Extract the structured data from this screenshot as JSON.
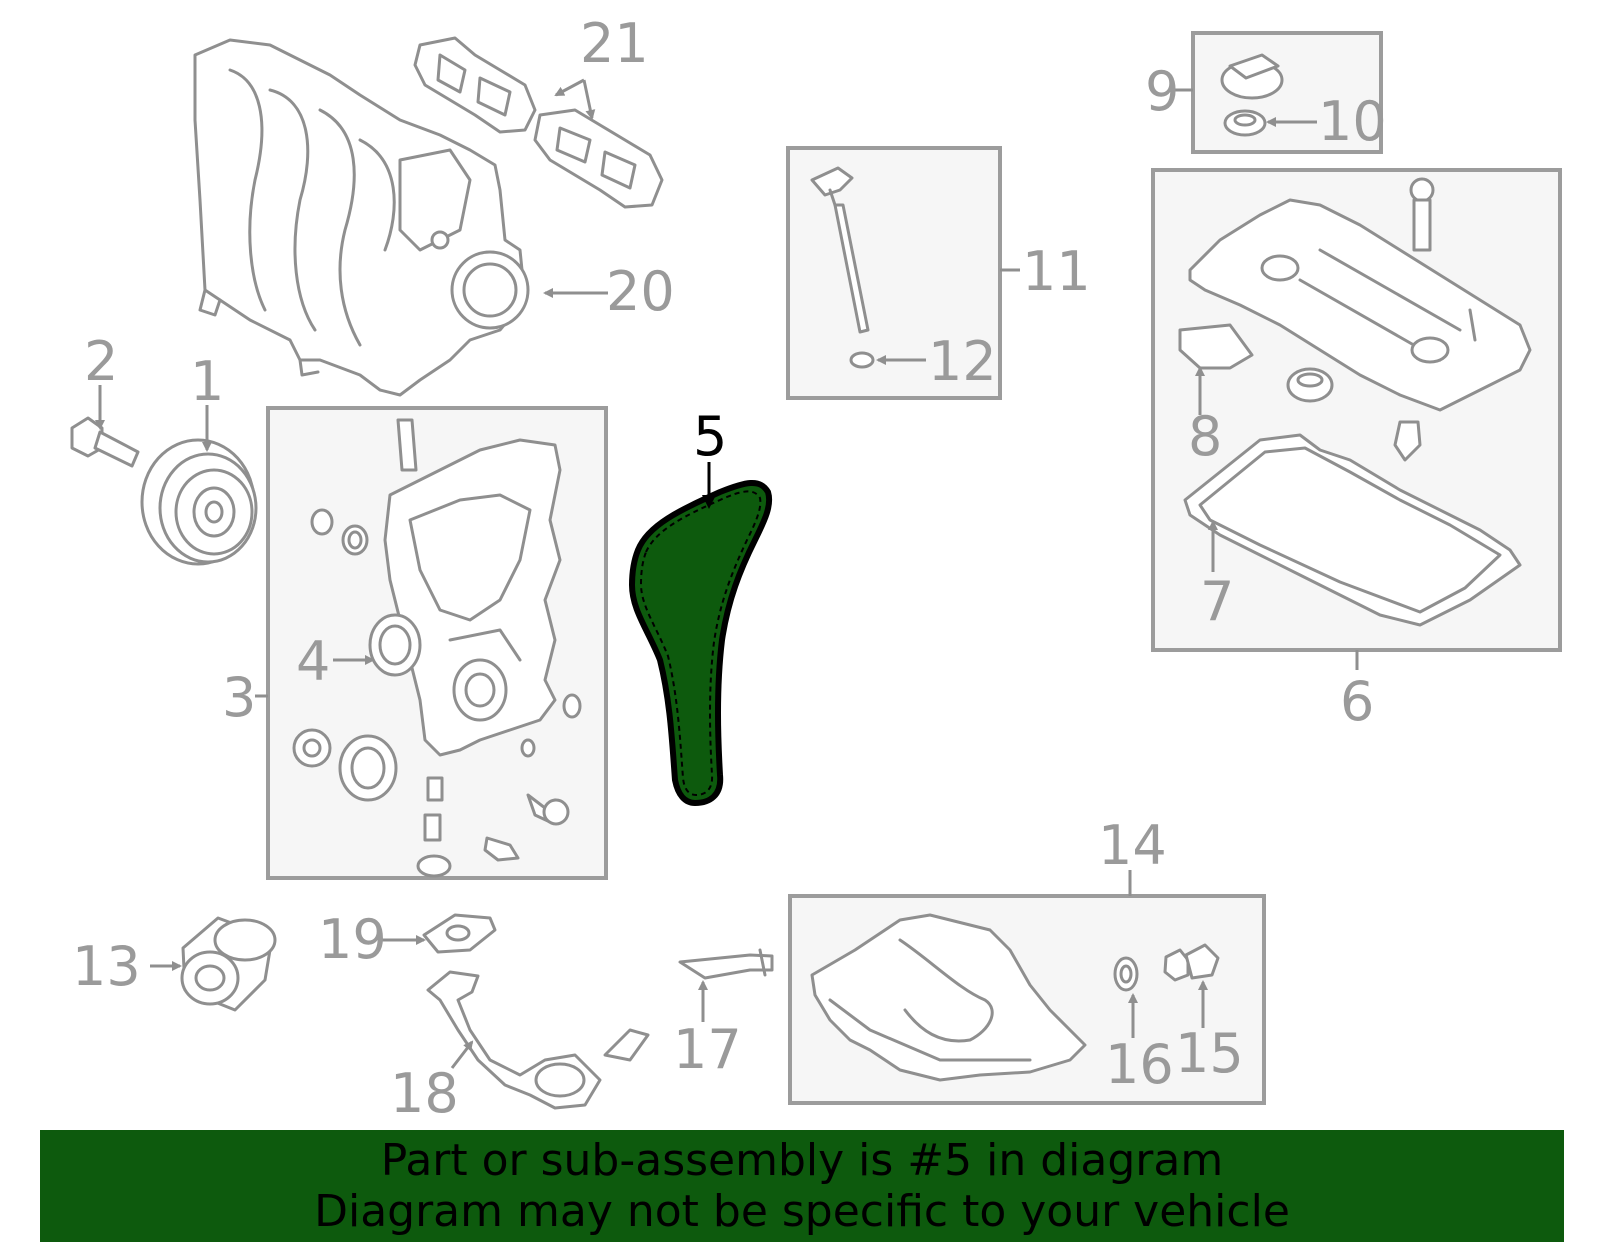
{
  "callouts": {
    "c1": "1",
    "c2": "2",
    "c3": "3",
    "c4": "4",
    "c5": "5",
    "c6": "6",
    "c7": "7",
    "c8": "8",
    "c9": "9",
    "c10": "10",
    "c11": "11",
    "c12": "12",
    "c13": "13",
    "c14": "14",
    "c15": "15",
    "c16": "16",
    "c17": "17",
    "c18": "18",
    "c19": "19",
    "c20": "20",
    "c21": "21"
  },
  "highlight": {
    "part": "5",
    "fill_color": "#0d5a0d"
  },
  "banner": {
    "line1": "Part or sub-assembly is #5 in diagram",
    "line2": "Diagram may not be specific to your vehicle",
    "background": "#0d5a0d"
  }
}
